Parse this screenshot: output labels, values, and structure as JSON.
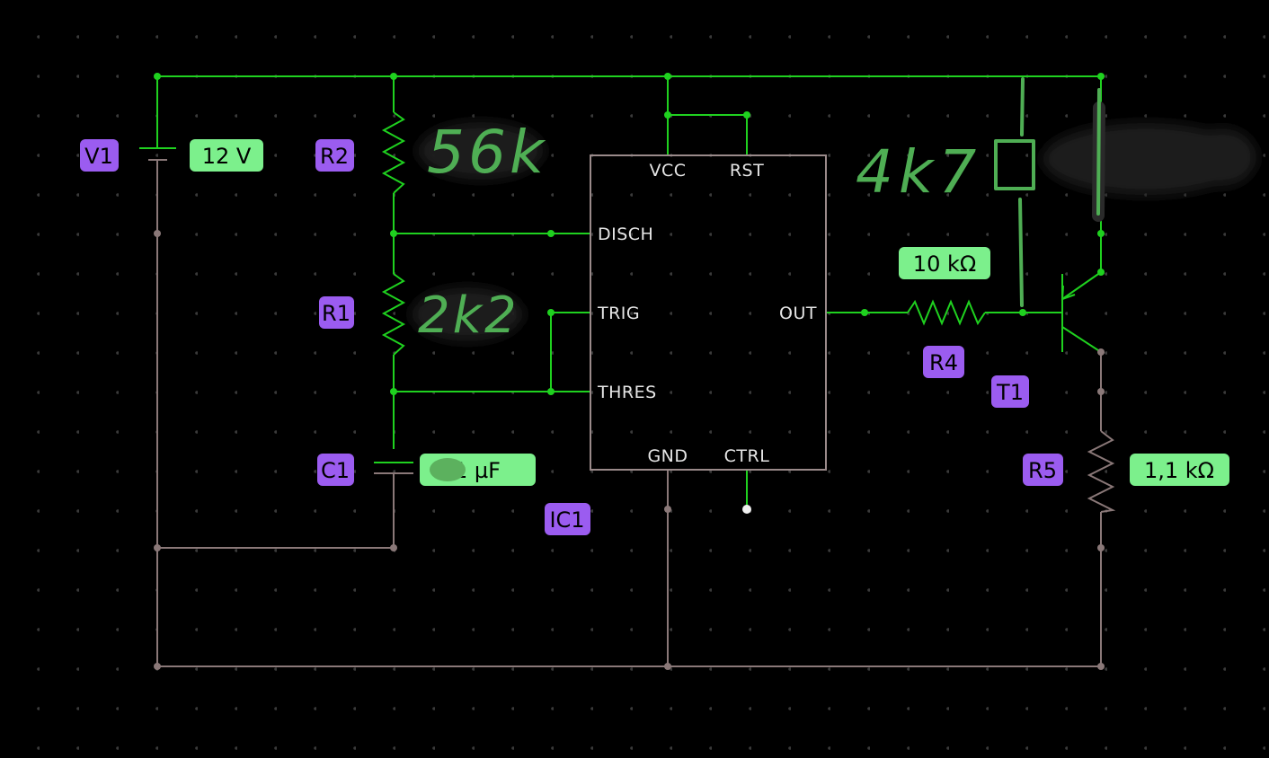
{
  "components": {
    "v1": {
      "ref": "V1",
      "value": "12 V"
    },
    "r2": {
      "ref": "R2",
      "handwritten_value": "56k"
    },
    "r1": {
      "ref": "R1",
      "handwritten_value": "2k2"
    },
    "c1": {
      "ref": "C1",
      "value": "1 µF"
    },
    "ic1": {
      "ref": "IC1",
      "pins": {
        "vcc": "VCC",
        "rst": "RST",
        "disch": "DISCH",
        "trig": "TRIG",
        "thres": "THRES",
        "out": "OUT",
        "gnd": "GND",
        "ctrl": "CTRL"
      }
    },
    "r4": {
      "ref": "R4",
      "value": "10 kΩ"
    },
    "t1": {
      "ref": "T1"
    },
    "r5": {
      "ref": "R5",
      "value": "1,1 kΩ"
    },
    "annotation": {
      "handwritten_value": "4k7"
    }
  },
  "colors": {
    "live_wire": "#1fd11f",
    "dead_wire": "#8a7878",
    "ref_label": "#9b5cf0",
    "value_label": "#7cf08c",
    "handwriting": "#4fae54",
    "background": "#000000"
  }
}
